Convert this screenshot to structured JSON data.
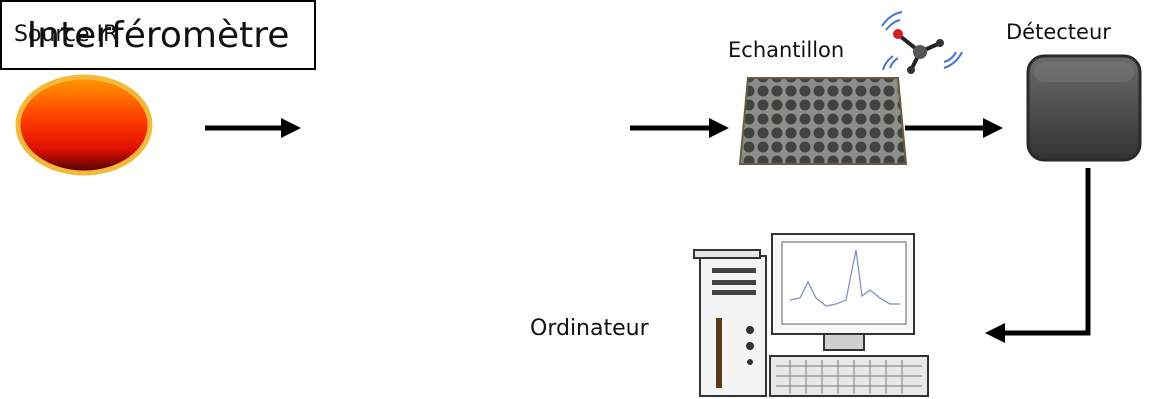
{
  "diagram": {
    "source_label": "Source IR",
    "interferometer_label": "Interféromètre",
    "sample_label": "Echantillon",
    "detector_label": "Détecteur",
    "computer_label": "Ordinateur"
  },
  "colors": {
    "arrow": "#000000",
    "source_outline": "#f2b233",
    "source_top": "#ff7a00",
    "source_bottom": "#5a0000",
    "detector": "#4a4a4a"
  }
}
